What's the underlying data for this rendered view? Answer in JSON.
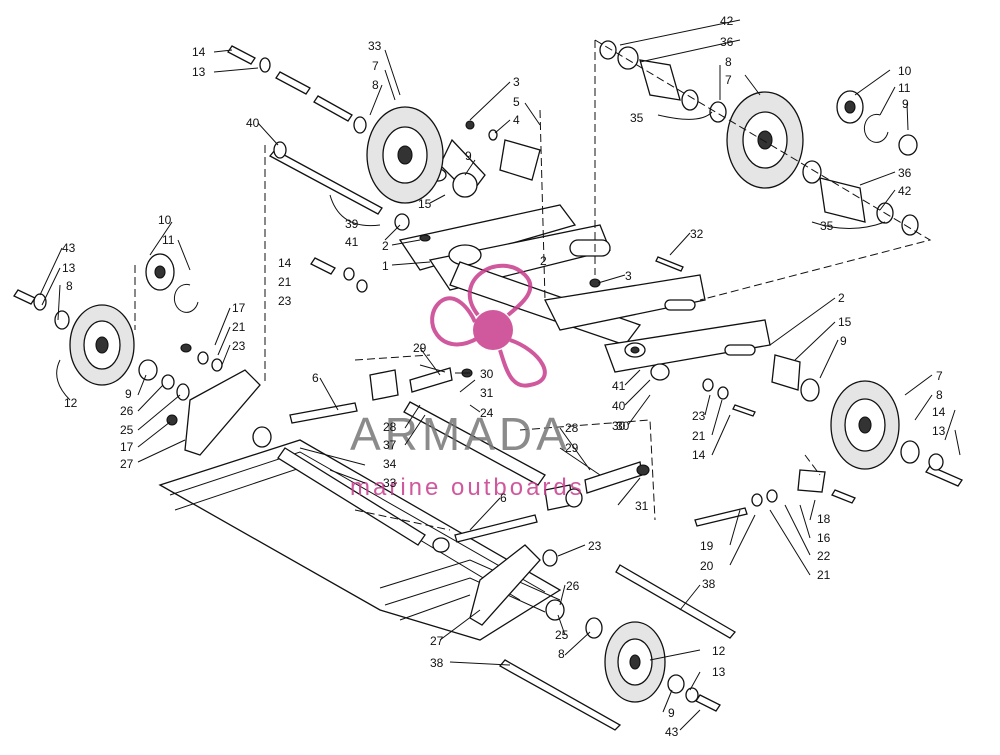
{
  "watermark": {
    "brand": "ARMADA",
    "tagline": "marine outboards",
    "colors": {
      "pink": "#c83c8c",
      "gray": "#777777"
    }
  },
  "callouts": {
    "c1": "1",
    "c2a": "2",
    "c2b": "2",
    "c2c": "2",
    "c3a": "3",
    "c3b": "3",
    "c4": "4",
    "c5": "5",
    "c6a": "6",
    "c6b": "6",
    "c7a": "7",
    "c7b": "7",
    "c7c": "7",
    "c8a": "8",
    "c8b": "8",
    "c8c": "8",
    "c8d": "8",
    "c8e": "8",
    "c9a": "9",
    "c9b": "9",
    "c9c": "9",
    "c9d": "9",
    "c9e": "9",
    "c10a": "10",
    "c10b": "10",
    "c11a": "11",
    "c11b": "11",
    "c12a": "12",
    "c12b": "12",
    "c13a": "13",
    "c13b": "13",
    "c13c": "13",
    "c13d": "13",
    "c14a": "14",
    "c14b": "14",
    "c14c": "14",
    "c14d": "14",
    "c15a": "15",
    "c15b": "15",
    "c16": "16",
    "c17a": "17",
    "c17b": "17",
    "c18": "18",
    "c19": "19",
    "c20": "20",
    "c21a": "21",
    "c21b": "21",
    "c21c": "21",
    "c21d": "21",
    "c22": "22",
    "c23a": "23",
    "c23b": "23",
    "c23c": "23",
    "c23d": "23",
    "c24": "24",
    "c25a": "25",
    "c25b": "25",
    "c26a": "26",
    "c26b": "26",
    "c27a": "27",
    "c27b": "27",
    "c28a": "28",
    "c28b": "28",
    "c29a": "29",
    "c29b": "29",
    "c30a": "30",
    "c30b": "30",
    "c30c": "30",
    "c31a": "31",
    "c31b": "31",
    "c32": "32",
    "c33a": "33",
    "c33b": "33",
    "c34": "34",
    "c35a": "35",
    "c35b": "35",
    "c36a": "36",
    "c36b": "36",
    "c37": "37",
    "c38a": "38",
    "c38b": "38",
    "c39": "39",
    "c40a": "40",
    "c40b": "40",
    "c41a": "41",
    "c41b": "41",
    "c42a": "42",
    "c42b": "42",
    "c43a": "43",
    "c43b": "43"
  }
}
